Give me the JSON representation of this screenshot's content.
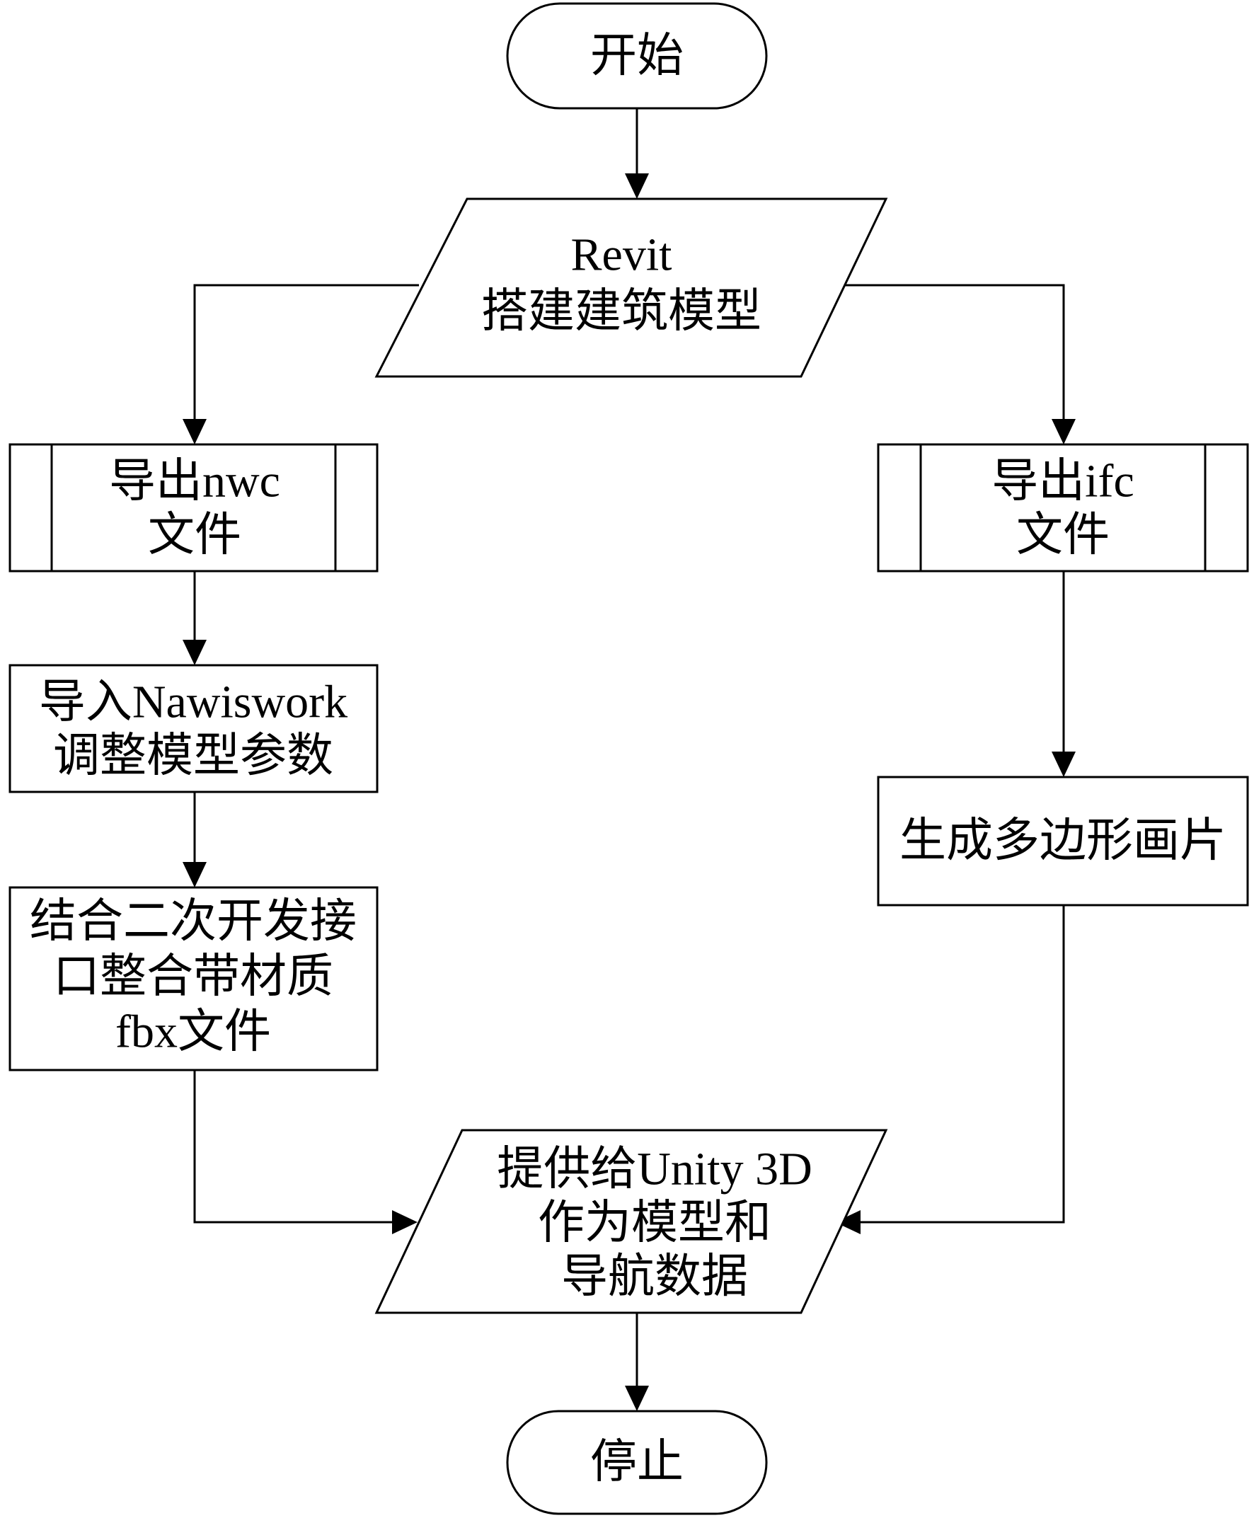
{
  "flowchart": {
    "nodes": [
      {
        "id": "start",
        "shape": "terminator",
        "lines": [
          "开始"
        ]
      },
      {
        "id": "revit",
        "shape": "parallelogram",
        "lines": [
          "Revit",
          "搭建建筑模型"
        ]
      },
      {
        "id": "export-nwc",
        "shape": "predefined-process",
        "lines": [
          "导出nwc",
          "文件"
        ]
      },
      {
        "id": "export-ifc",
        "shape": "predefined-process",
        "lines": [
          "导出ifc",
          "文件"
        ]
      },
      {
        "id": "navisworks",
        "shape": "process",
        "lines": [
          "导入Nawiswork",
          "调整模型参数"
        ]
      },
      {
        "id": "polygon",
        "shape": "process",
        "lines": [
          "生成多边形画片"
        ]
      },
      {
        "id": "fbx",
        "shape": "process",
        "lines": [
          "结合二次开发接",
          "口整合带材质",
          "fbx文件"
        ]
      },
      {
        "id": "unity",
        "shape": "parallelogram",
        "lines": [
          "提供给Unity 3D",
          "作为模型和",
          "导航数据"
        ]
      },
      {
        "id": "stop",
        "shape": "terminator",
        "lines": [
          "停止"
        ]
      }
    ],
    "edges": [
      {
        "from": "start",
        "to": "revit"
      },
      {
        "from": "revit",
        "to": "export-nwc"
      },
      {
        "from": "revit",
        "to": "export-ifc"
      },
      {
        "from": "export-nwc",
        "to": "navisworks"
      },
      {
        "from": "navisworks",
        "to": "fbx"
      },
      {
        "from": "export-ifc",
        "to": "polygon"
      },
      {
        "from": "fbx",
        "to": "unity"
      },
      {
        "from": "polygon",
        "to": "unity"
      },
      {
        "from": "unity",
        "to": "stop"
      }
    ]
  }
}
